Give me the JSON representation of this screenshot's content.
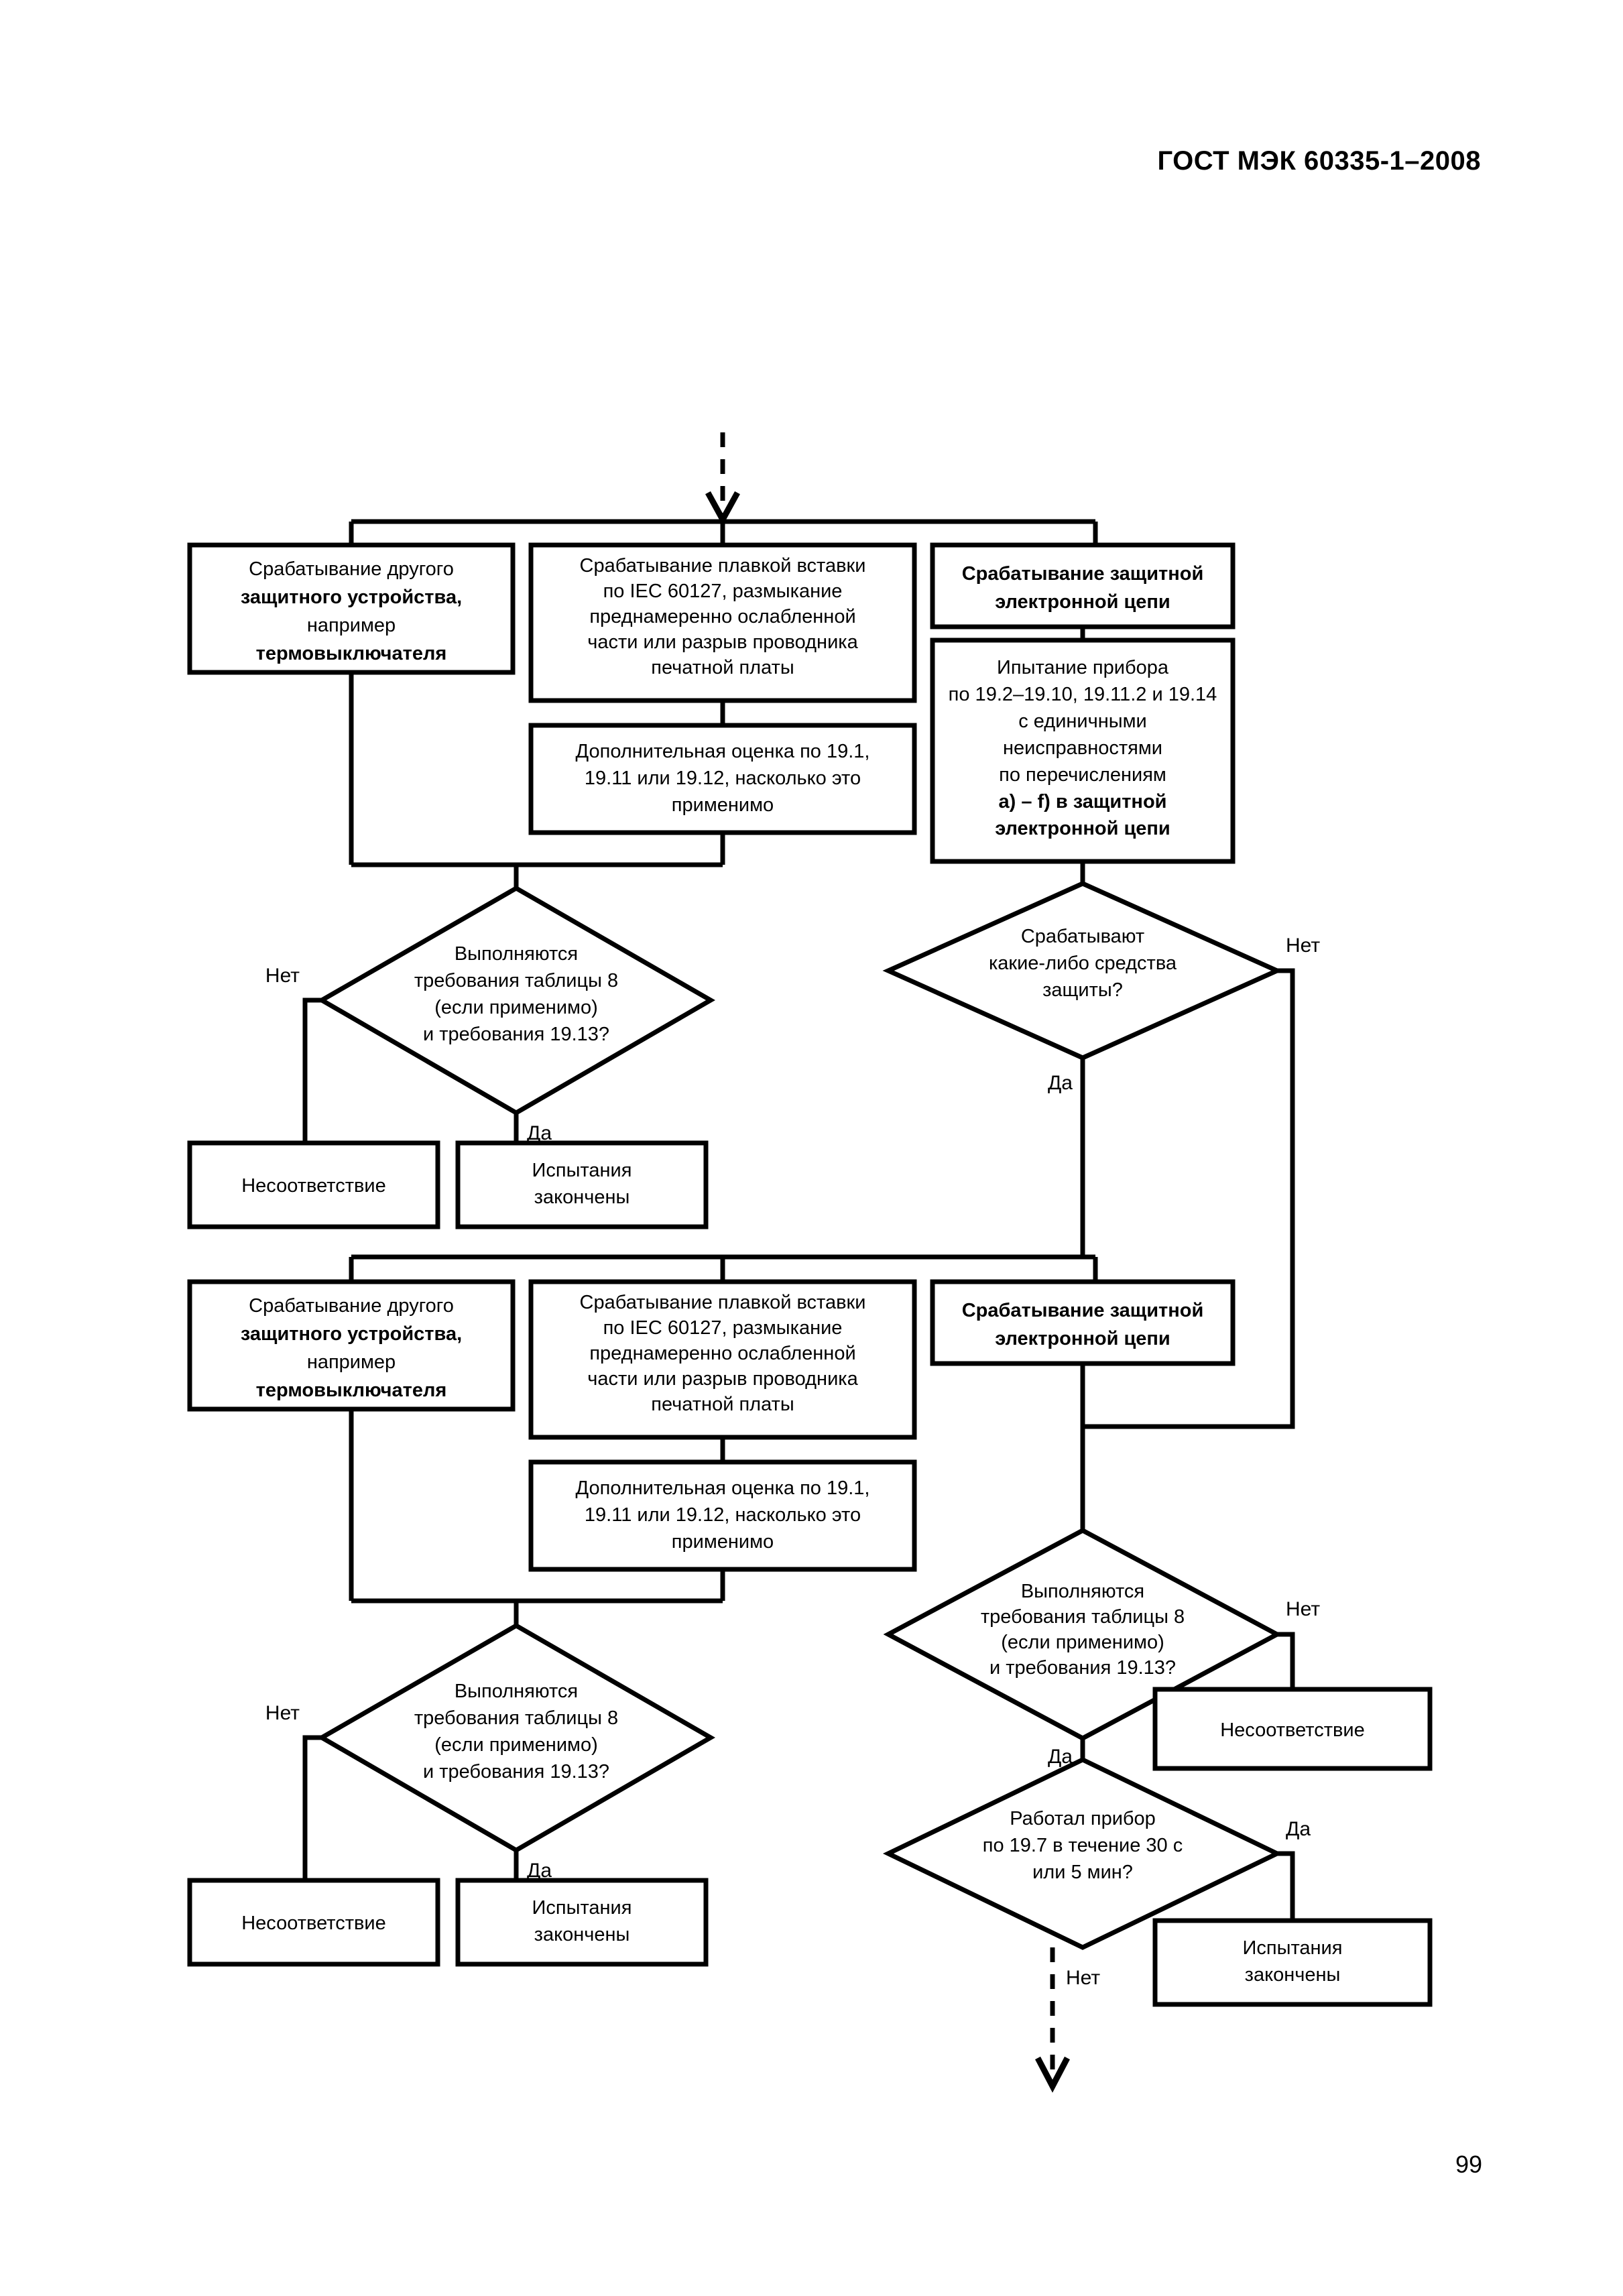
{
  "document": {
    "header": "ГОСТ МЭК 60335-1–2008",
    "page_number": "99"
  },
  "chart_data": {
    "type": "diagram",
    "title": "ГОСТ МЭК 60335-1–2008",
    "diagram_kind": "flowchart",
    "orientation": "top-to-bottom"
  },
  "flowchart": {
    "entry_arrow": "dashed-down",
    "exit_arrow": "dashed-down",
    "labels": {
      "yes": "Да",
      "no": "Нет"
    },
    "section1": {
      "box_other_device": {
        "l1": "Срабатывание другого",
        "l2": "защитного устройства,",
        "l3": "например",
        "l4": "термовыключателя"
      },
      "box_fuse": {
        "l1": "Срабатывание плавкой вставки",
        "l2": "по IEC 60127, размыкание",
        "l3": "преднамеренно ослабленной",
        "l4": "части или разрыв проводника",
        "l5": "печатной платы"
      },
      "box_extra_eval": {
        "l1": "Дополнительная оценка по 19.1,",
        "l2": "19.11 или 19.12, насколько это",
        "l3": "применимо"
      },
      "box_pec": {
        "l1": "Срабатывание защитной",
        "l2": "электронной цепи"
      },
      "box_test_device": {
        "l1": "Ипытание прибора",
        "l2": "по 19.2–19.10, 19.11.2 и 19.14",
        "l3": "с единичными",
        "l4": "неисправностями",
        "l5": "по перечислениям",
        "l6": "a) – f) в защитной",
        "l7": "электронной цепи"
      },
      "diamond_table8": {
        "l1": "Выполняются",
        "l2": "требования таблицы 8",
        "l3": "(если применимо)",
        "l4": "и требования 19.13?"
      },
      "diamond_protection": {
        "l1": "Срабатывают",
        "l2": "какие-либо средства",
        "l3": "защиты?"
      },
      "box_noncompliance": "Несоответствие",
      "box_tests_done": {
        "l1": "Испытания",
        "l2": "закончены"
      }
    },
    "section2": {
      "box_other_device": {
        "l1": "Срабатывание другого",
        "l2": "защитного устройства,",
        "l3": "например",
        "l4": "термовыключателя"
      },
      "box_fuse": {
        "l1": "Срабатывание плавкой вставки",
        "l2": "по IEC 60127, размыкание",
        "l3": "преднамеренно ослабленной",
        "l4": "части или разрыв проводника",
        "l5": "печатной платы"
      },
      "box_extra_eval": {
        "l1": "Дополнительная оценка по 19.1,",
        "l2": "19.11 или 19.12, насколько это",
        "l3": "применимо"
      },
      "box_pec": {
        "l1": "Срабатывание защитной",
        "l2": "электронной цепи"
      },
      "diamond_table8_left": {
        "l1": "Выполняются",
        "l2": "требования таблицы 8",
        "l3": "(если применимо)",
        "l4": "и требования 19.13?"
      },
      "diamond_table8_right": {
        "l1": "Выполняются",
        "l2": "требования таблицы 8",
        "l3": "(если применимо)",
        "l4": "и требования 19.13?"
      },
      "diamond_ran_197": {
        "l1": "Работал прибор",
        "l2": "по 19.7 в течение 30 с",
        "l3": "или 5 мин?"
      },
      "box_noncompliance_left": "Несоответствие",
      "box_tests_done_left": {
        "l1": "Испытания",
        "l2": "закончены"
      },
      "box_noncompliance_right": "Несоответствие",
      "box_tests_done_right": {
        "l1": "Испытания",
        "l2": "закончены"
      }
    }
  },
  "colors": {
    "ink": "#000000",
    "paper": "#ffffff"
  }
}
